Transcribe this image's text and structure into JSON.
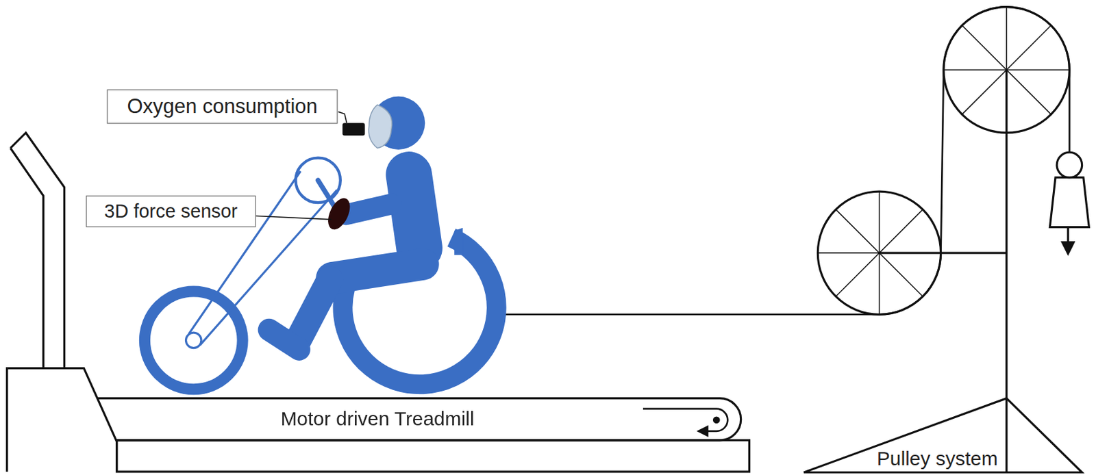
{
  "diagram": {
    "nodes": [
      {
        "text": [
          "Oxygen consumption"
        ]
      },
      {
        "text": [
          "3D force sensor"
        ]
      }
    ],
    "labels": [
      "Motor driven Treadmill",
      "Pulley system"
    ]
  }
}
